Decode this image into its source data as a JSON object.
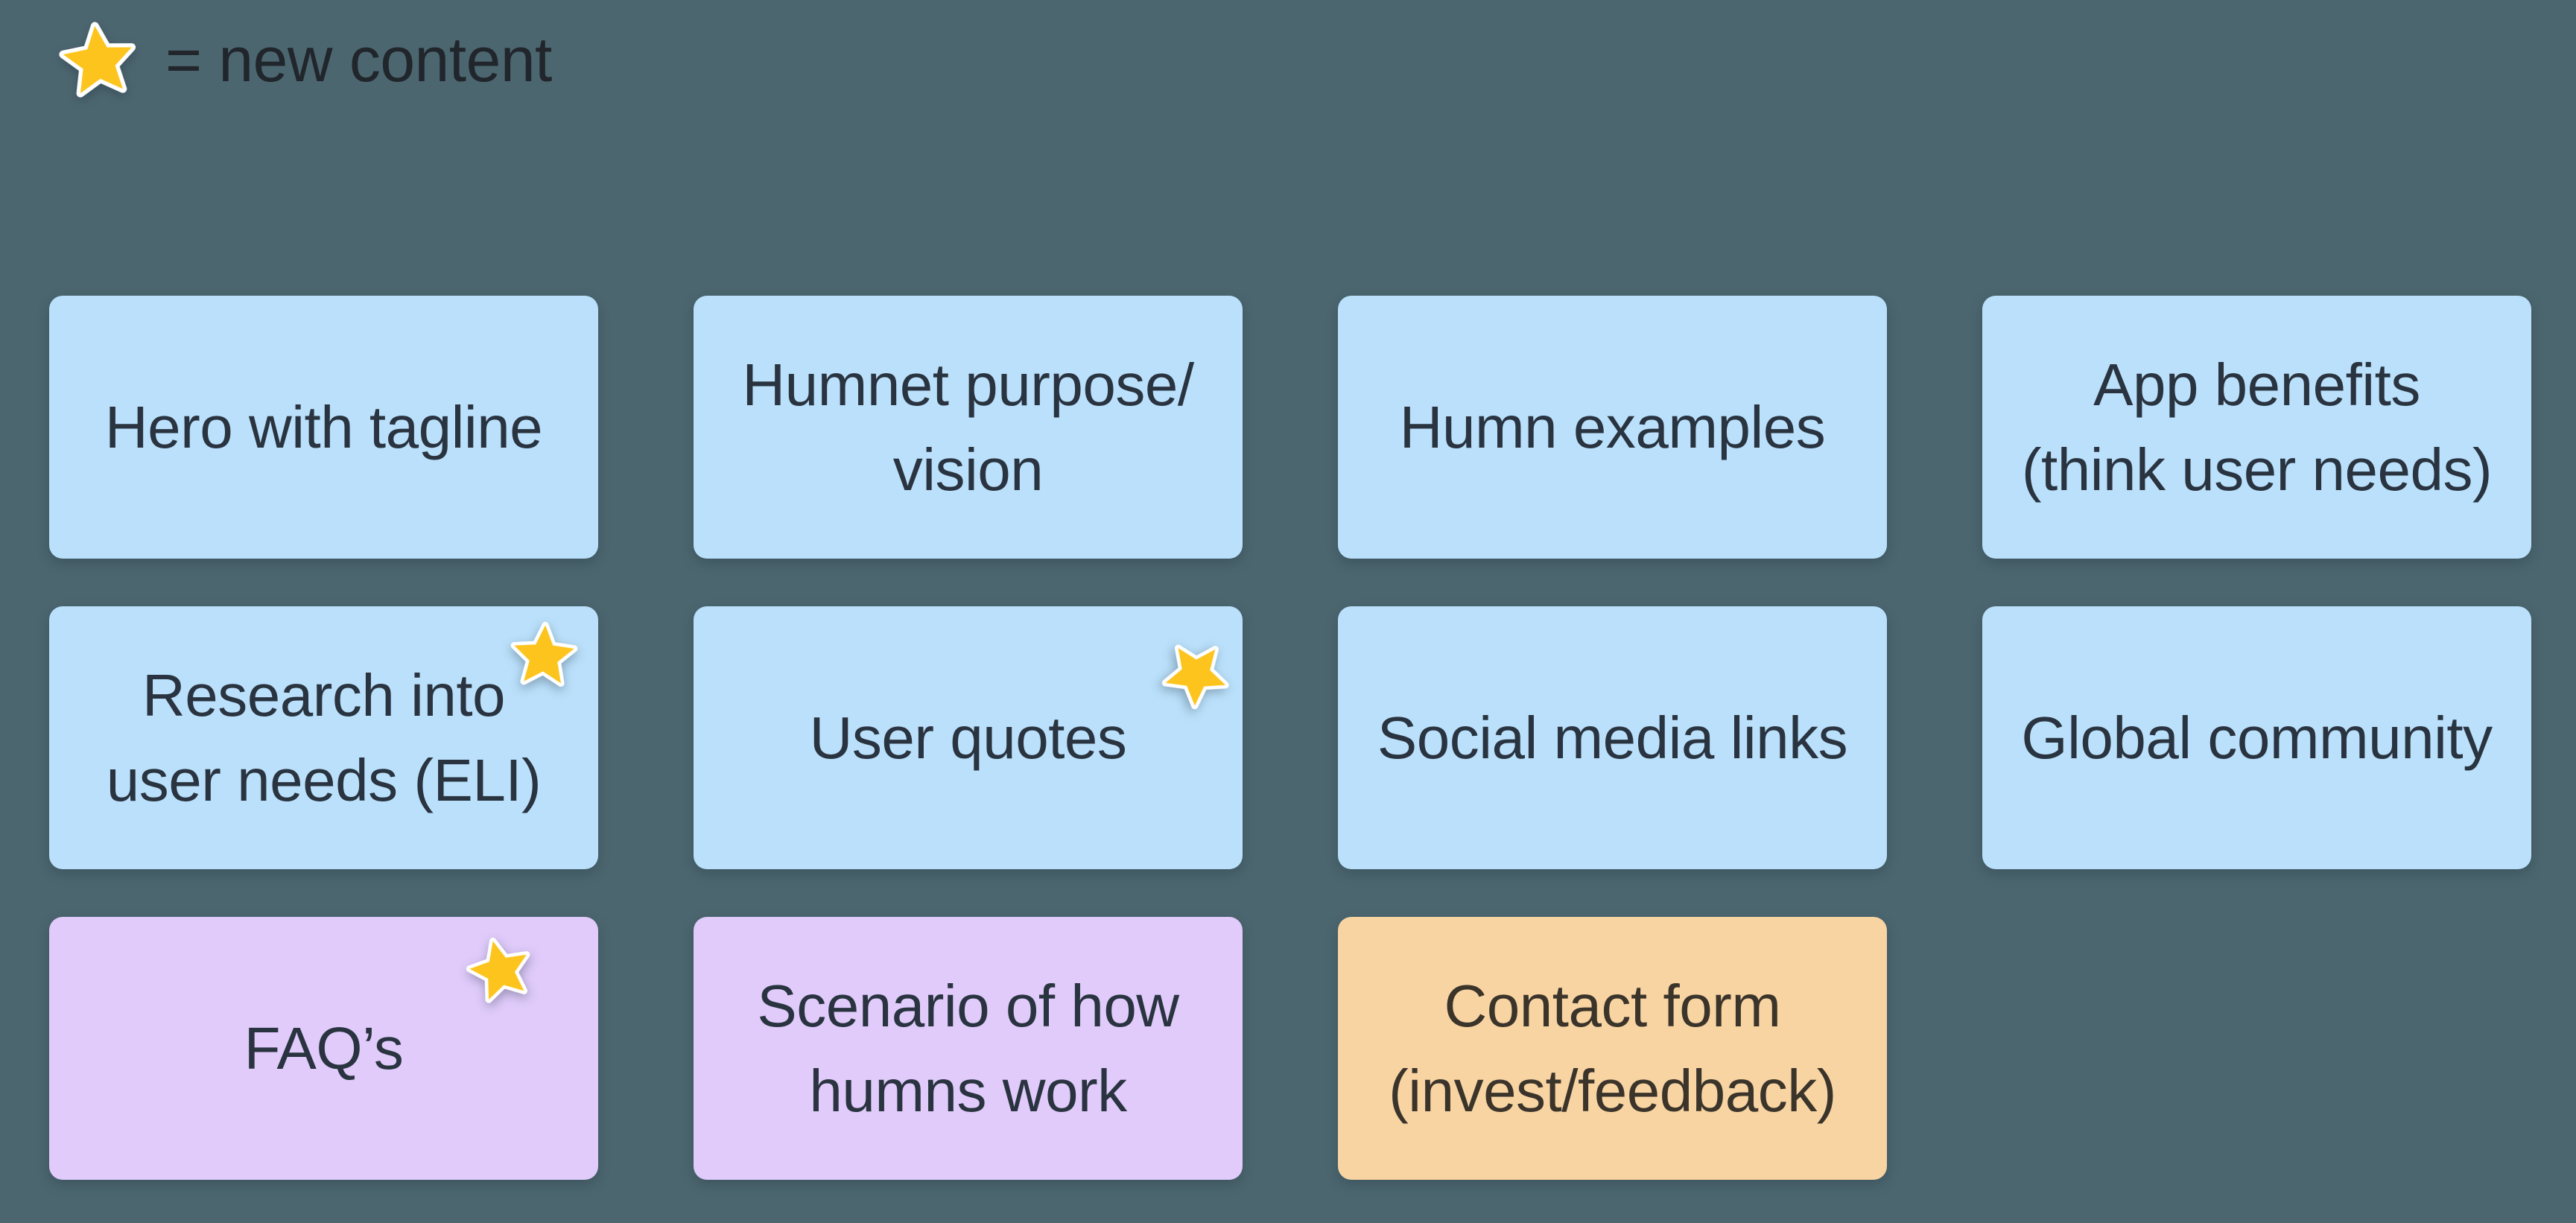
{
  "canvas": {
    "background": "#4C6670"
  },
  "legend": {
    "label": "= new content"
  },
  "colors": {
    "bg": "#4C6670",
    "card-blue": "#BAE0FB",
    "card-purple": "#E0CBFB",
    "card-orange": "#F8D4A2",
    "card-text": "#2A3440",
    "orange-text": "#3B342B",
    "legend-text": "#20262B",
    "star-yellow": "#FCC41D",
    "star-stroke": "#FFFFFF"
  },
  "cards": [
    {
      "label": "Hero with tagline",
      "color": "blue",
      "starred": false
    },
    {
      "label": "Humnet purpose/\nvision",
      "color": "blue",
      "starred": false
    },
    {
      "label": "Humn examples",
      "color": "blue",
      "starred": false
    },
    {
      "label": "App benefits\n(think user needs)",
      "color": "blue",
      "starred": false
    },
    {
      "label": "Research into\nuser needs (ELI)",
      "color": "blue",
      "starred": true
    },
    {
      "label": "User quotes",
      "color": "blue",
      "starred": true
    },
    {
      "label": "Social media links",
      "color": "blue",
      "starred": false
    },
    {
      "label": "Global community",
      "color": "blue",
      "starred": false
    },
    {
      "label": "FAQ’s",
      "color": "purple",
      "starred": true
    },
    {
      "label": "Scenario of how\nhumns work",
      "color": "purple",
      "starred": false
    },
    {
      "label": "Contact form\n(invest/feedback)",
      "color": "orange",
      "starred": false
    }
  ]
}
